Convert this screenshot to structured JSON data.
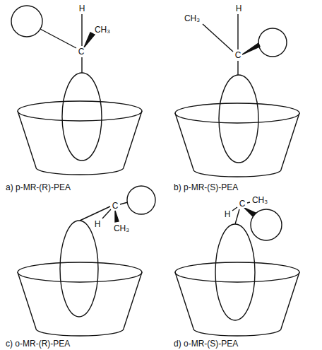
{
  "diagram": {
    "labels": [
      "H",
      "CH₃",
      "C",
      "a) p-MR-(R)-PEA",
      "CH₃",
      "H",
      "C",
      "b) p-MR-(S)-PEA",
      "C",
      "H",
      "CH₃",
      "c) o-MR-(R)-PEA",
      "CH₃",
      "C",
      "H",
      "d) o-MR-(S)-PEA"
    ]
  }
}
